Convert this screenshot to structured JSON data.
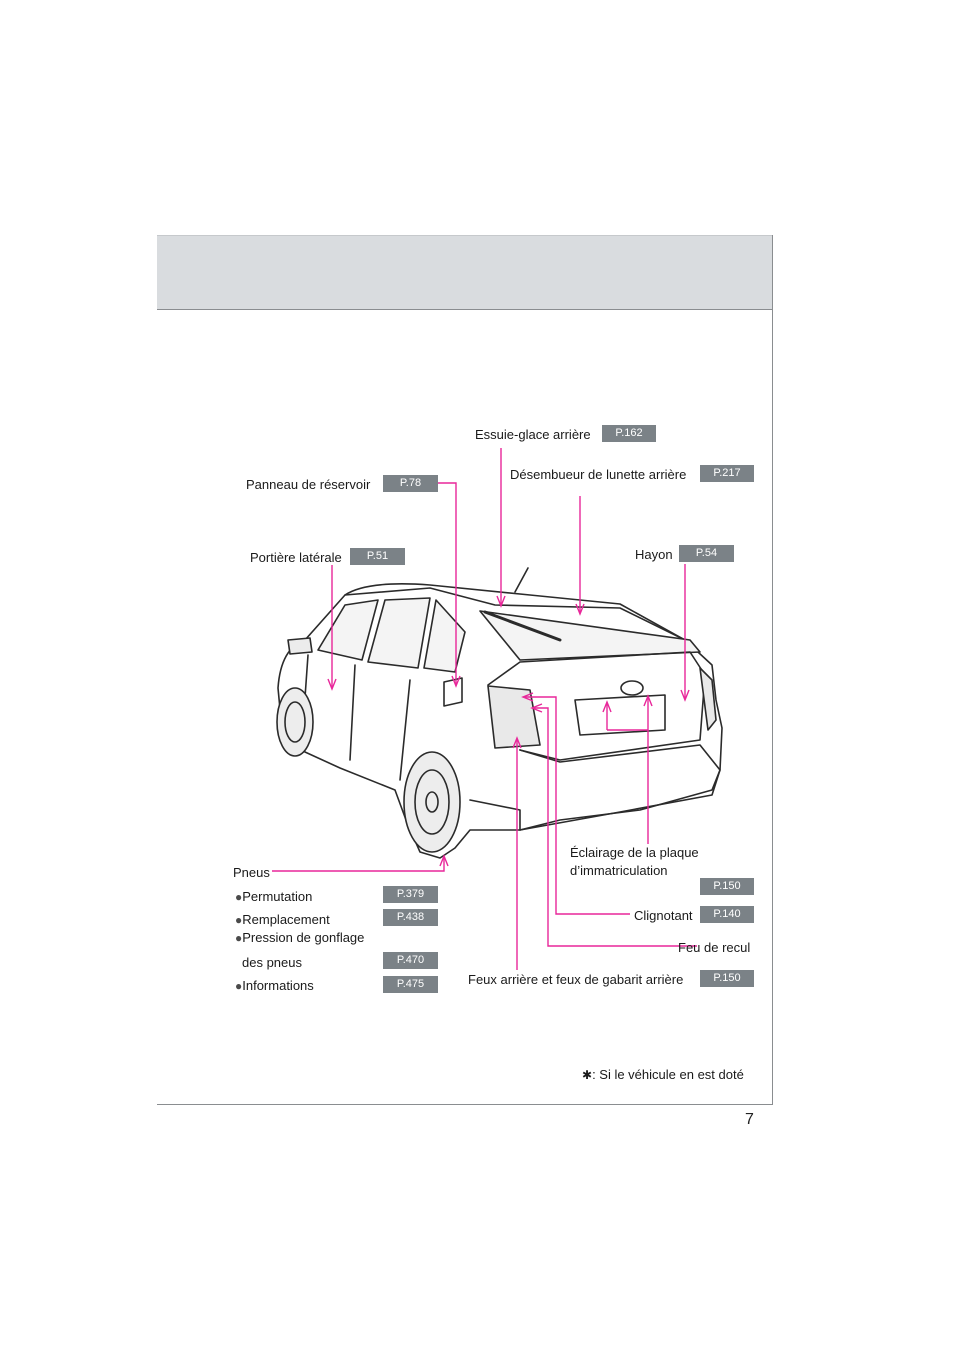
{
  "page_number": "7",
  "labels": {
    "essuie_glace": "Essuie-glace arrière",
    "panneau_reservoir": "Panneau de réservoir",
    "desembueur": "Désembueur de lunette arrière",
    "portiere": "Portière latérale",
    "hayon": "Hayon",
    "pneus": "Pneus",
    "eclairage_line1": "Éclairage de la plaque",
    "eclairage_line2": "d’immatriculation",
    "clignotant": "Clignotant",
    "feu_recul": "Feu de recul",
    "feux_arriere": "Feux arrière et feux de gabarit arrière"
  },
  "pneus_items": [
    {
      "label": "Permutation",
      "ref": "P.379"
    },
    {
      "label": "Remplacement",
      "ref": "P.438"
    },
    {
      "label": "Pression de gonflage",
      "ref": ""
    },
    {
      "label": "des pneus",
      "ref": "P.470"
    },
    {
      "label": "Informations",
      "ref": "P.475"
    }
  ],
  "refs": {
    "essuie_glace": "P.162",
    "panneau_reservoir": "P.78",
    "desembueur": "P.217",
    "portiere": "P.51",
    "hayon": "P.54",
    "eclairage": "P.150",
    "clignotant": "P.140",
    "feux_arriere": "P.150"
  },
  "footnote": ": Si le véhicule en est doté",
  "footnote_symbol": "✱",
  "colors": {
    "callout": "#e8279a",
    "ref_badge": "#7b8287",
    "header_band": "#d9dcdf"
  }
}
